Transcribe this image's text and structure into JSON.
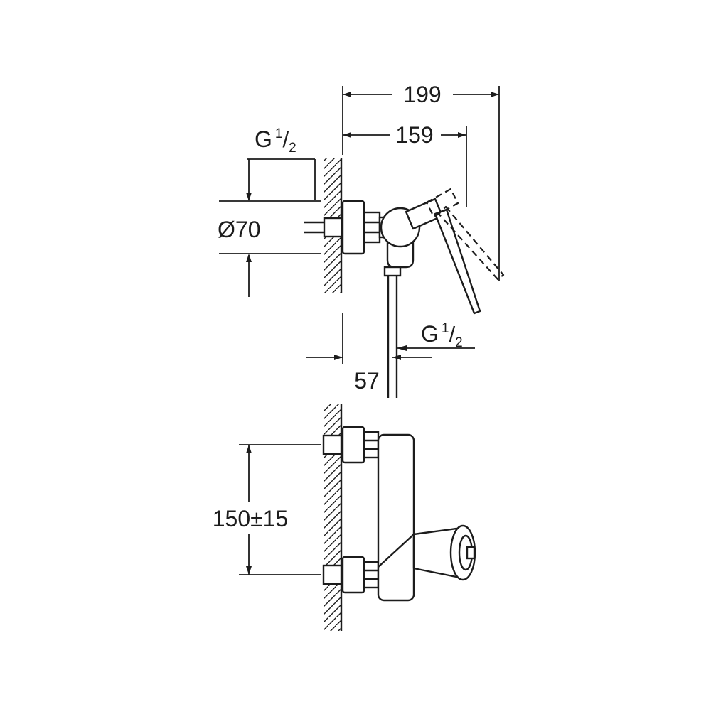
{
  "drawing": {
    "colors": {
      "line": "#1c1c1c",
      "background": "#ffffff"
    },
    "labels": {
      "dim_199": "199",
      "dim_159": "159",
      "dia_70": "Ø70",
      "dim_57": "57",
      "dim_150": "150±15",
      "thread_top": {
        "prefix": "G",
        "numerator": "1",
        "slash": "/",
        "denominator": "2"
      },
      "thread_bottom": {
        "prefix": "G",
        "numerator": "1",
        "slash": "/",
        "denominator": "2"
      }
    }
  }
}
